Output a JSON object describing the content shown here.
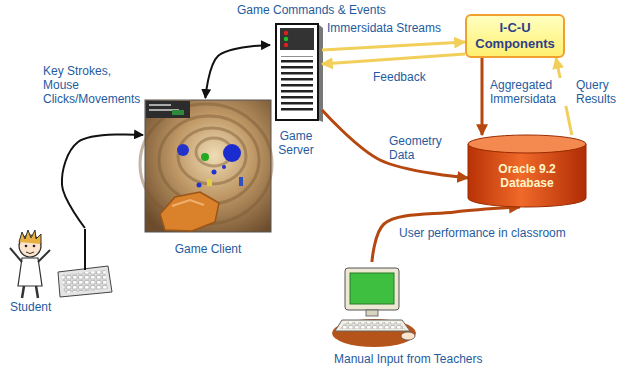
{
  "diagram": {
    "nodes": [
      {
        "text": [
          "Student"
        ]
      },
      {
        "text": [
          "Game Client"
        ]
      },
      {
        "text": [
          "Game Server"
        ]
      },
      {
        "text": [
          "I-C-U Components"
        ]
      },
      {
        "text": [
          "Oracle 9.2 Database"
        ]
      },
      {
        "text": [
          "Manual Input from Teachers"
        ]
      }
    ],
    "edges": [
      {
        "from": 0,
        "to": 1,
        "arrow": "to",
        "label": "Key Strokes, Mouse Clicks/Movements"
      },
      {
        "from": 1,
        "to": 2,
        "arrow": "both",
        "label": "Game Commands & Events"
      },
      {
        "from": 2,
        "to": 3,
        "arrow": "to",
        "label": "Immersidata Streams"
      },
      {
        "from": 3,
        "to": 2,
        "arrow": "to",
        "label": "Feedback"
      },
      {
        "from": 2,
        "to": 4,
        "arrow": "to",
        "label": "Geometry Data"
      },
      {
        "from": 3,
        "to": 4,
        "arrow": "to",
        "label": "Aggregated Immersidata"
      },
      {
        "from": 4,
        "to": 3,
        "arrow": "to",
        "label": "Query Results"
      },
      {
        "from": 5,
        "to": 4,
        "arrow": "to",
        "label": "User performance in classroom"
      }
    ]
  }
}
